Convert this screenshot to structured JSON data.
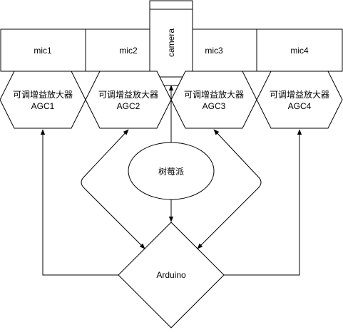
{
  "mics": [
    {
      "label": "mic1"
    },
    {
      "label": "mic2"
    },
    {
      "label": "mic3"
    },
    {
      "label": "mic4"
    }
  ],
  "camera": {
    "label": "camera"
  },
  "agcs": [
    {
      "line1": "可调增益放大器",
      "line2": "AGC1"
    },
    {
      "line1": "可调增益放大器",
      "line2": "AGC2"
    },
    {
      "line1": "可调增益放大器",
      "line2": "AGC3"
    },
    {
      "line1": "可调增益放大器",
      "line2": "AGC4"
    }
  ],
  "raspberry_pi": {
    "label": "树莓派"
  },
  "arduino": {
    "label": "Arduino"
  },
  "colors": {
    "stroke": "#000000",
    "fill": "#ffffff",
    "text": "#000000"
  }
}
